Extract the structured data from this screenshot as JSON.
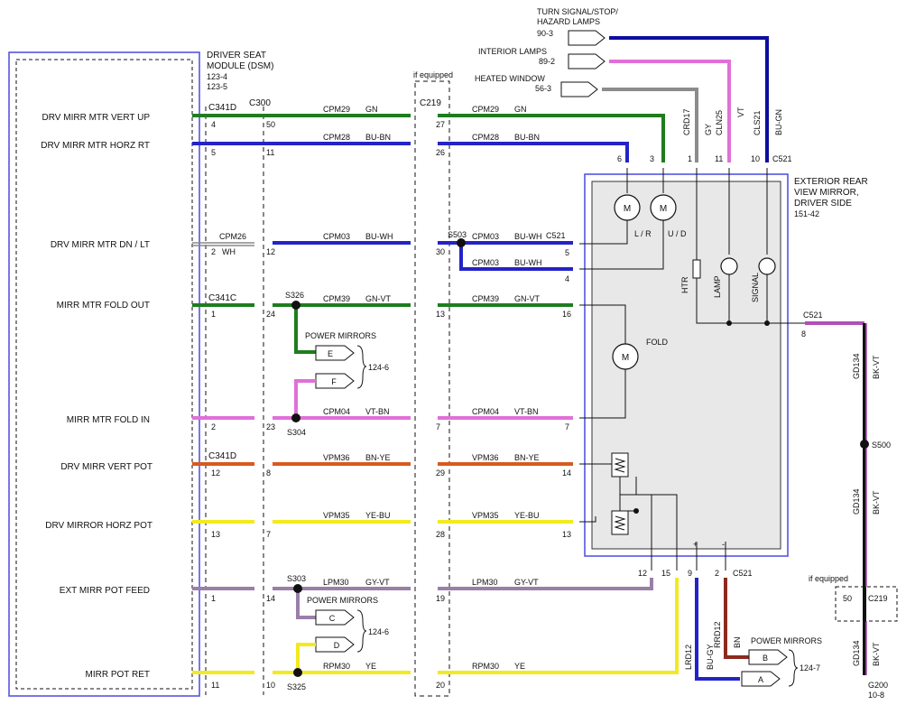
{
  "dsm": {
    "title": [
      "DRIVER SEAT",
      "MODULE (DSM)",
      "123-4",
      "123-5"
    ],
    "pins": [
      "DRV MIRR MTR VERT UP",
      "DRV MIRR MTR HORZ RT",
      "DRV MIRR MTR DN / LT",
      "MIRR MTR  FOLD OUT",
      "MIRR MTR  FOLD IN",
      "DRV MIRR VERT POT",
      "DRV MIRROR HORZ POT",
      "EXT MIRR POT FEED",
      "MIRR POT RET"
    ]
  },
  "mirror": {
    "title": [
      "EXTERIOR REAR",
      "VIEW MIRROR,",
      "DRIVER SIDE",
      "151-42"
    ],
    "motor_symbol": "M",
    "lr_label": "L / R",
    "ud_label": "U / D",
    "fold_label": "FOLD",
    "htr_label": "HTR",
    "lamp_label": "LAMP",
    "signal_label": "SIGNAL",
    "plus": "+",
    "minus": "-"
  },
  "top_refs": {
    "turn": [
      "TURN SIGNAL/STOP/",
      "HAZARD LAMPS",
      "90-3"
    ],
    "interior": [
      "INTERIOR LAMPS",
      "89-2"
    ],
    "heated": [
      "HEATED WINDOW",
      "56-3"
    ]
  },
  "connectors": {
    "c341d": "C341D",
    "c300": "C300",
    "c219": "C219",
    "if_equipped": "if equipped",
    "c341c": "C341C",
    "c521": "C521",
    "s503": "S503",
    "s326": "S326",
    "s304": "S304",
    "s303": "S303",
    "s325": "S325",
    "s500": "S500",
    "g200": [
      "G200",
      "10-8"
    ]
  },
  "power_mirrors": {
    "label": "POWER MIRRORS",
    "ref_ef": "124-6",
    "ref_cd": "124-6",
    "ref_ab": "124-7",
    "letters": [
      "E",
      "F",
      "C",
      "D",
      "B",
      "A"
    ]
  },
  "circuits": {
    "cpm29": "CPM29",
    "gn": "GN",
    "cpm28": "CPM28",
    "bu_bn": "BU-BN",
    "cpm26": "CPM26",
    "wh": "WH",
    "cpm03": "CPM03",
    "bu_wh": "BU-WH",
    "cpm39": "CPM39",
    "gn_vt": "GN-VT",
    "cpm04": "CPM04",
    "vt_bn": "VT-BN",
    "vpm36": "VPM36",
    "bn_ye": "BN-YE",
    "vpm35": "VPM35",
    "ye_bu": "YE-BU",
    "lpm30": "LPM30",
    "gy_vt": "GY-VT",
    "rpm30": "RPM30",
    "ye": "YE",
    "crd17": "CRD17",
    "gy": "GY",
    "cln25": "CLN25",
    "vt": "VT",
    "cls21": "CLS21",
    "bu_gn": "BU-GN",
    "gd134": "GD134",
    "bk_vt": "BK-VT",
    "lrd12": "LRD12",
    "bu_gy": "BU-GY",
    "rrd12": "RRD12",
    "bn": "BN"
  },
  "pins": {
    "c341d_top": [
      "4",
      "5"
    ],
    "c300_top": [
      "50",
      "11"
    ],
    "c219_top": [
      "27",
      "26"
    ],
    "p2": "2",
    "p12": "12",
    "p30": "30",
    "p5": "5",
    "p4": "4",
    "p1": "1",
    "p24": "24",
    "p13": "13",
    "p16": "16",
    "p23": "23",
    "p7": "7",
    "p8": "8",
    "p29": "29",
    "p14": "14",
    "p28": "28",
    "p14b": "14",
    "p19": "19",
    "p11": "11",
    "p10": "10",
    "p20": "20",
    "mirror_top": [
      "6",
      "3",
      "1",
      "11",
      "10"
    ],
    "mirror_bottom": [
      "12",
      "15",
      "9",
      "2"
    ],
    "c521_8": "8",
    "c219_50": "50"
  },
  "colors": {
    "green": "#1e7d1e",
    "blue": "#2323c8",
    "navy": "#0d0d9e",
    "white_wire": "#888888",
    "pink": "#e070d8",
    "orange": "#d85a1e",
    "yellow": "#f2ea1e",
    "gray": "#8c8c8c",
    "purple_gray": "#9a7fa8",
    "violet": "#b04fb8",
    "brown": "#8c2a1e",
    "black": "#111111",
    "box_blue": "#4a4ae0"
  }
}
